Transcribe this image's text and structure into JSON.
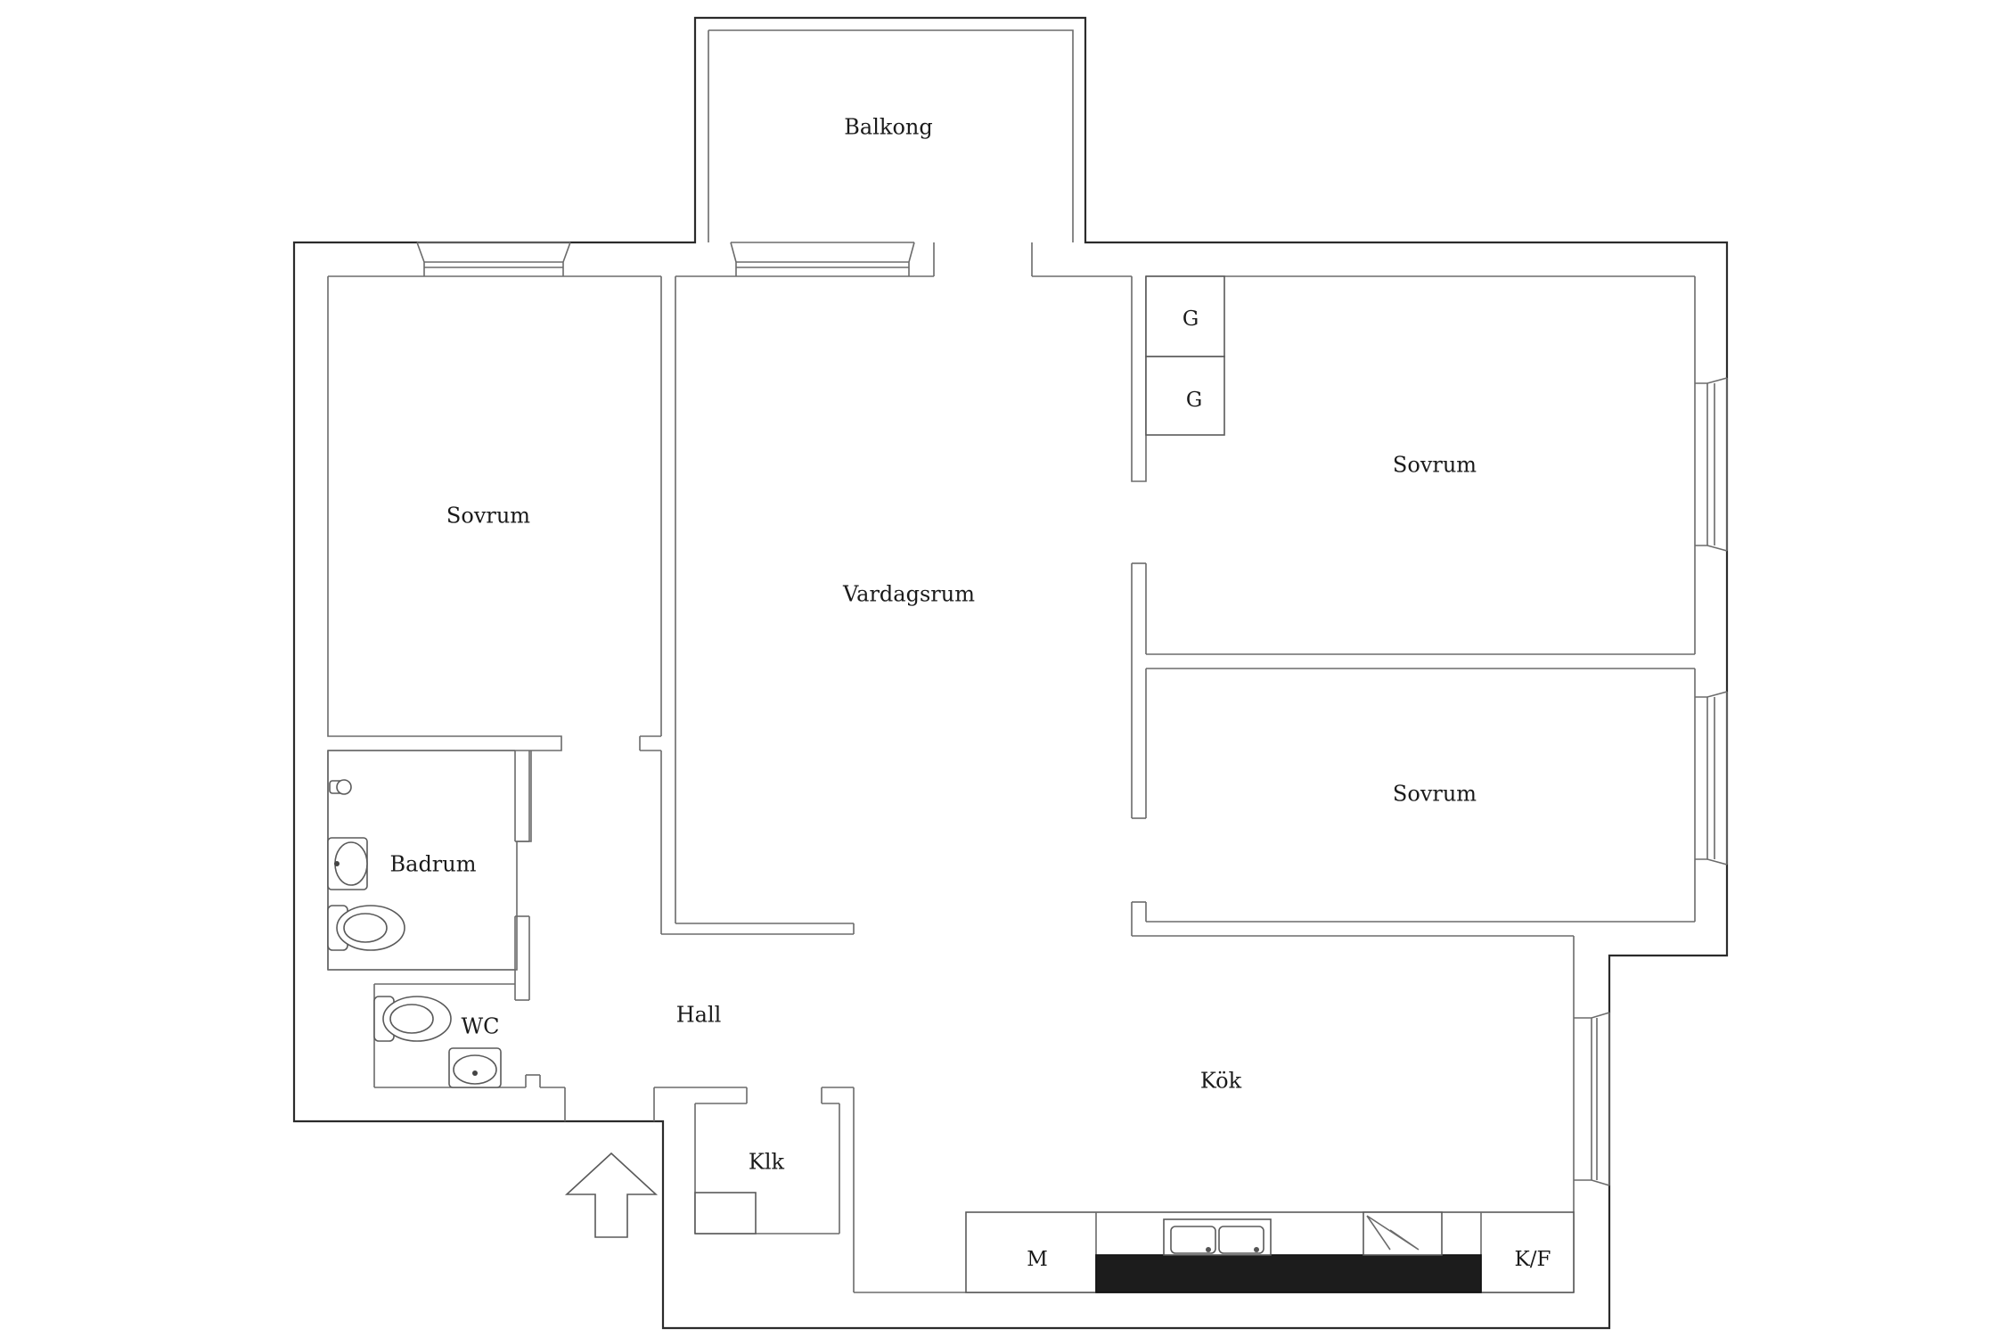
{
  "rooms": {
    "balkong": "Balkong",
    "sovrum_left": "Sovrum",
    "vardagsrum": "Vardagsrum",
    "sovrum_right_top": "Sovrum",
    "sovrum_right_bottom": "Sovrum",
    "badrum": "Badrum",
    "wc": "WC",
    "hall": "Hall",
    "klk": "Klk",
    "kok": "Kök"
  },
  "fixtures": {
    "closet_1": "G",
    "closet_2": "G",
    "microwave": "M",
    "fridge_freezer": "K/F"
  },
  "icons": {
    "entrance": "entrance-arrow-icon",
    "sink": "sink-icon",
    "toilet": "toilet-icon",
    "shower": "shower-icon",
    "kitchen_sink": "kitchen-sink-icon",
    "dishwasher": "dishwasher-icon"
  }
}
